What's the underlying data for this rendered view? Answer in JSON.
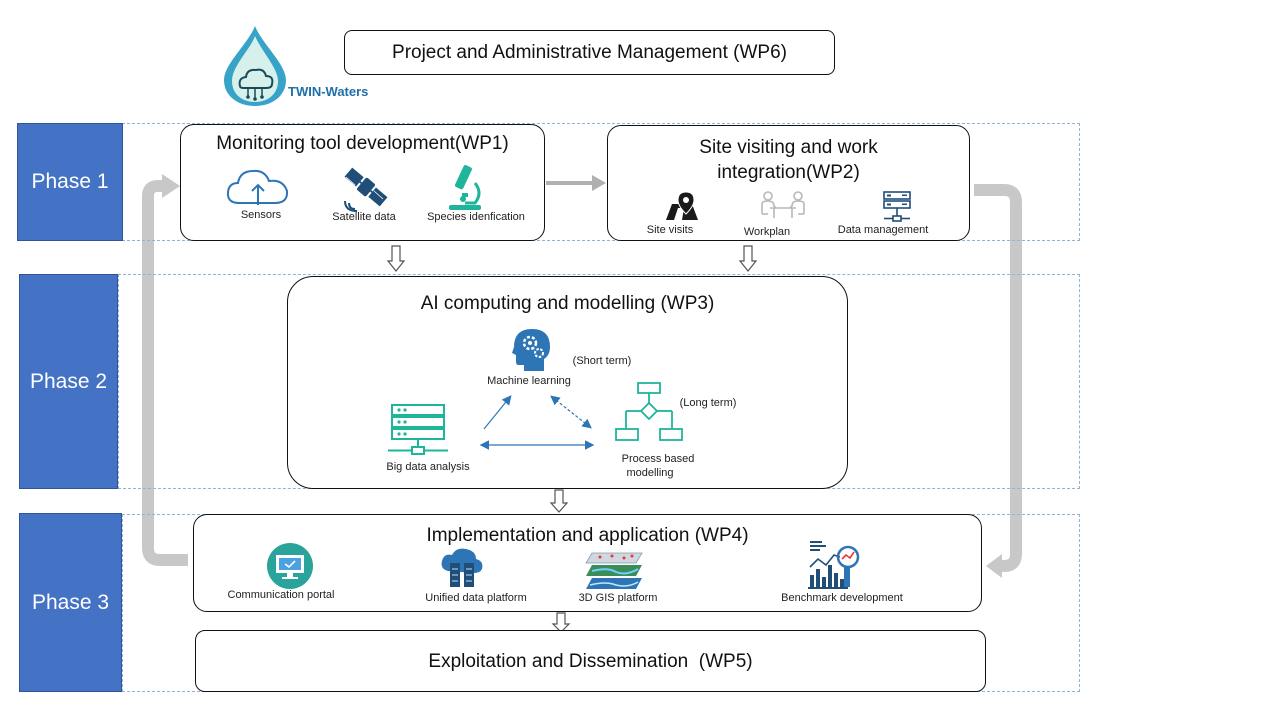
{
  "header": {
    "logo_text": "TWIN-Waters",
    "wp6_title": "Project and Administrative Management (WP6)"
  },
  "phases": [
    {
      "label": "Phase 1"
    },
    {
      "label": "Phase 2"
    },
    {
      "label": "Phase 3"
    }
  ],
  "wp1": {
    "title": "Monitoring tool development(WP1)",
    "items": [
      {
        "label": "Sensors",
        "icon": "cloud-upload-icon"
      },
      {
        "label": "Satellite data",
        "icon": "satellite-icon"
      },
      {
        "label": "Species idenfication",
        "icon": "microscope-icon"
      }
    ]
  },
  "wp2": {
    "title_line1": "Site visiting and work",
    "title_line2": "integration(WP2)",
    "items": [
      {
        "label": "Site visits",
        "icon": "map-pin-icon"
      },
      {
        "label": "Workplan",
        "icon": "meeting-icon"
      },
      {
        "label": "Data management",
        "icon": "server-icon"
      }
    ]
  },
  "wp3": {
    "title": "AI computing and modelling (WP3)",
    "machine_learning": "Machine learning",
    "short_term": "(Short term)",
    "long_term": "(Long term)",
    "big_data": "Big data analysis",
    "process_line1": "Process based",
    "process_line2": "modelling"
  },
  "wp4": {
    "title": "Implementation and application (WP4)",
    "items": [
      {
        "label": "Communication portal",
        "icon": "monitor-icon"
      },
      {
        "label": "Unified data platform",
        "icon": "cloud-database-icon"
      },
      {
        "label": "3D GIS platform",
        "icon": "gis-layers-icon"
      },
      {
        "label": "Benchmark development",
        "icon": "benchmark-chart-icon"
      }
    ]
  },
  "wp5": {
    "title": "Exploitation and Dissemination  (WP5)"
  },
  "colors": {
    "phase_blue": "#4472c4",
    "band_dash": "#8fb4d6",
    "teal": "#1fb59a",
    "dark_blue": "#1f4e79",
    "arrow_gray": "#c8c8c8"
  }
}
